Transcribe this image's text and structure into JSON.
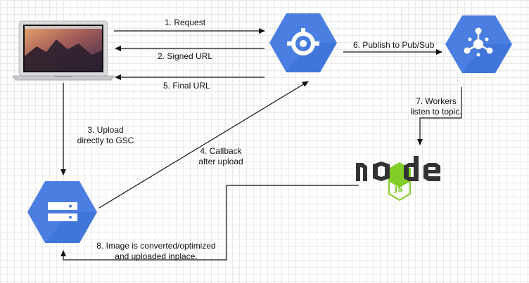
{
  "labels": {
    "request": "1. Request",
    "signed_url": "2. Signed URL",
    "upload_line1": "3. Upload",
    "upload_line2": "directly to GSC",
    "callback_line1": "4. Callback",
    "callback_line2": "after upload",
    "final_url": "5. Final URL",
    "publish": "6. Publish to Pub/Sub",
    "workers_line1": "7. Workers",
    "workers_line2": "listen to topic.",
    "converted_line1": "8. Image is converted/optimized",
    "converted_line2": "and uploaded inplace."
  },
  "nodejs": {
    "word": "node",
    "badge": "JS"
  },
  "colors": {
    "gcp_blue": "#4a7fe1",
    "gcp_blue_dark": "#3b6fd4",
    "node_green": "#83cd29",
    "node_dark": "#333333",
    "edge": "#111111"
  },
  "icons": {
    "laptop": "laptop-icon",
    "app_engine": "app-engine-icon",
    "pubsub": "pubsub-icon",
    "storage": "cloud-storage-icon",
    "nodejs": "nodejs-logo"
  }
}
